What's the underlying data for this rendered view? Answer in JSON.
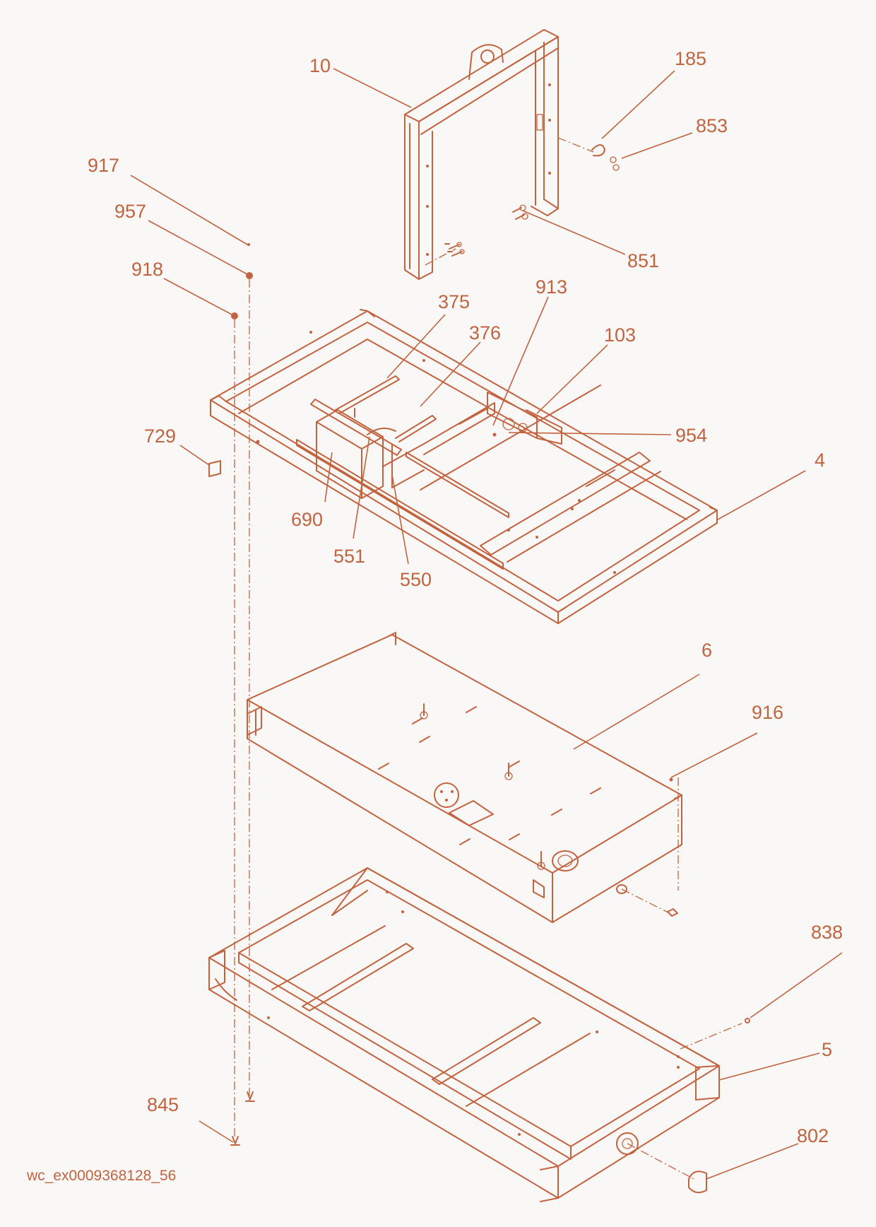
{
  "diagram": {
    "reference_code": "wc_ex0009368128_56",
    "callouts": {
      "c10": "10",
      "c185": "185",
      "c853": "853",
      "c917": "917",
      "c957": "957",
      "c918": "918",
      "c851": "851",
      "c375": "375",
      "c913": "913",
      "c376": "376",
      "c103": "103",
      "c729": "729",
      "c954": "954",
      "c4": "4",
      "c690": "690",
      "c551": "551",
      "c550": "550",
      "c6": "6",
      "c916": "916",
      "c838": "838",
      "c5": "5",
      "c845": "845",
      "c802": "802"
    },
    "colors": {
      "line": "#c1633f",
      "background": "#faf8f6"
    }
  }
}
